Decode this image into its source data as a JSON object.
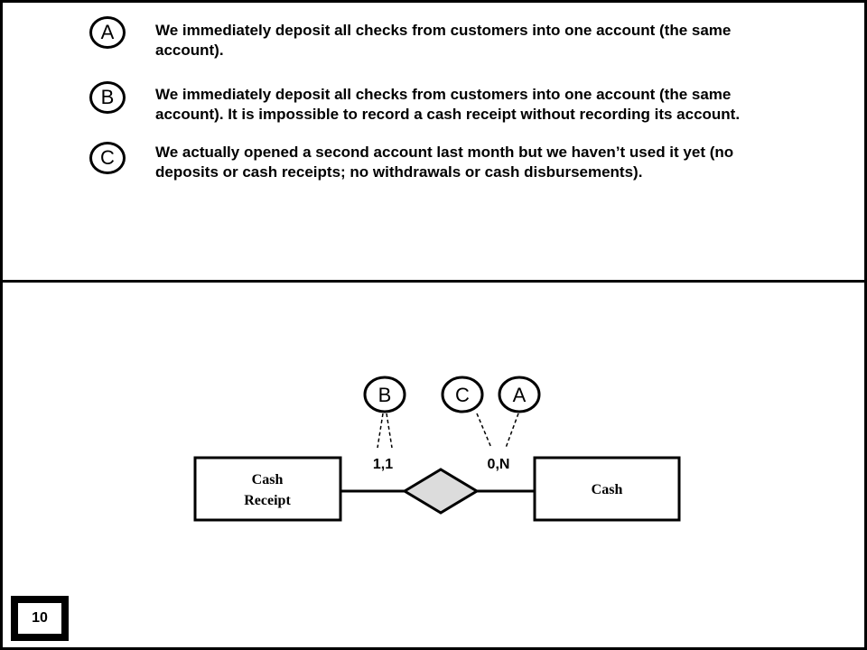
{
  "statements": [
    {
      "letter": "A",
      "line1": "We immediately deposit all checks from customers into one account (the same",
      "line2": "account)."
    },
    {
      "letter": "B",
      "line1": "We immediately deposit all checks from customers into one account (the same",
      "line2": "account). It is impossible to record a cash receipt without recording its account."
    },
    {
      "letter": "C",
      "line1": "We actually opened a second account last month but we haven’t used it yet (no",
      "line2": "deposits or cash receipts; no withdrawals or cash disbursements)."
    }
  ],
  "diagram": {
    "left_entity": {
      "line1": "Cash",
      "line2": "Receipt"
    },
    "right_entity": {
      "label": "Cash"
    },
    "left_cardinality": "1,1",
    "right_cardinality": "0,N",
    "circle_left": "B",
    "circle_mid": "C",
    "circle_right": "A"
  },
  "page_number": "10"
}
